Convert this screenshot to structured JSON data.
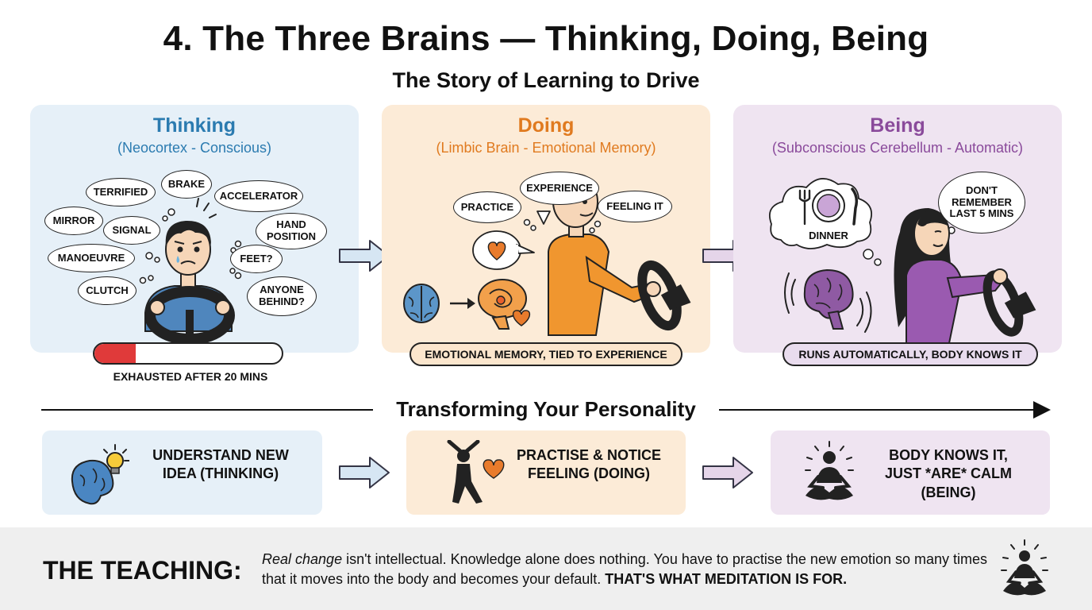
{
  "title": "4. The Three Brains — Thinking, Doing, Being",
  "subtitle": "The Story of Learning to Drive",
  "colors": {
    "blue": "#2b7bb0",
    "orange": "#e07a1f",
    "purple": "#8a4a9b",
    "progress_red": "#e03a3a"
  },
  "panels": {
    "thinking": {
      "name": "Thinking",
      "subtitle": "(Neocortex - Conscious)",
      "bubbles": [
        "TERRIFIED",
        "BRAKE",
        "ACCELERATOR",
        "MIRROR",
        "SIGNAL",
        "HAND POSITION",
        "MANOEUVRE",
        "FEET?",
        "CLUTCH",
        "ANYONE BEHIND?"
      ],
      "energy_level": 0.22,
      "progress_label": "EXHAUSTED AFTER 20 MINS"
    },
    "doing": {
      "name": "Doing",
      "subtitle": "(Limbic Brain - Emotional Memory)",
      "bubbles": [
        "PRACTICE",
        "EXPERIENCE",
        "FEELING IT"
      ],
      "caption": "EMOTIONAL MEMORY, TIED TO EXPERIENCE"
    },
    "being": {
      "name": "Being",
      "subtitle": "(Subconscious Cerebellum - Automatic)",
      "bubbles": [
        "DINNER",
        "DON'T REMEMBER LAST 5 MINS"
      ],
      "caption": "RUNS AUTOMATICALLY, BODY KNOWS IT"
    }
  },
  "transform": {
    "label": "Transforming Your Personality",
    "cards": [
      {
        "text": "UNDERSTAND NEW IDEA (THINKING)",
        "icon": "brain-lightbulb-icon"
      },
      {
        "text": "PRACTISE & NOTICE FEELING (DOING)",
        "icon": "yoga-heart-icon"
      },
      {
        "text": "BODY KNOWS IT, JUST *ARE* CALM (BEING)",
        "icon": "meditation-icon"
      }
    ]
  },
  "teaching": {
    "title": "THE TEACHING:",
    "lead_italic": "Real change",
    "body": " isn't intellectual. Knowledge alone does nothing. You have to practise the new emotion so many times that it moves into the body and becomes your default. ",
    "emphasis": "THAT'S WHAT MEDITATION IS FOR.",
    "icon": "meditation-icon"
  }
}
